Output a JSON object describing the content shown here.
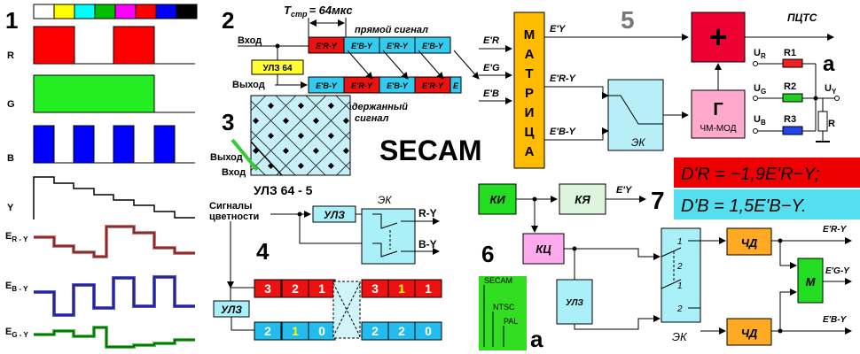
{
  "panel_numbers": {
    "p1": "1",
    "p2": "2",
    "p3": "3",
    "p4": "4",
    "p5": "5",
    "p6": "6",
    "p7": "7"
  },
  "waveforms": {
    "color_bars": [
      "#ffffff",
      "#ffff00",
      "#00ffff",
      "#00c000",
      "#ff00ff",
      "#ff0000",
      "#0000ff",
      "#000000"
    ],
    "labels": {
      "r": "R",
      "g": "G",
      "b": "B",
      "y": "Y",
      "ery": "E",
      "ery_sub": "R - Y",
      "eby": "E",
      "eby_sub": "B - Y",
      "egy": "E",
      "egy_sub": "G - Y"
    }
  },
  "panel2": {
    "period": "T",
    "period_sub": "стр",
    "period_val": "= 64мкс",
    "direct": "прямой сигнал",
    "delayed_1": "задержанный",
    "delayed_2": "сигнал",
    "input": "Вход",
    "output": "Выход",
    "delay_line": "УЛЗ 64",
    "top_cells": [
      "E'R-Y",
      "E'B-Y",
      "E'R-Y",
      "E'B-Y"
    ],
    "bottom_cells": [
      "E'B-Y",
      "E'R-Y",
      "E'B-Y",
      "E'R-Y",
      "E"
    ]
  },
  "panel3": {
    "output": "Выход",
    "input": "Вход",
    "caption": "УЛЗ 64 - 5"
  },
  "secam": "SECAM",
  "panel4": {
    "signals_1": "Сигналы",
    "signals_2": "цветности",
    "delay_top": "УЛЗ",
    "delay_left": "УЛЗ",
    "switch": "ЭК",
    "out_ry": "R-Y",
    "out_by": "B-Y",
    "row_top": [
      "3",
      "2",
      "1",
      "3",
      "1",
      "1"
    ],
    "row_bottom": [
      "2",
      "1",
      "0",
      "2",
      "2",
      "0"
    ]
  },
  "panel5": {
    "in1": "E'R",
    "in2": "E'G",
    "in3": "E'B",
    "matrix": [
      "М",
      "А",
      "Т",
      "Р",
      "И",
      "Ц",
      "А"
    ],
    "out_y": "E'Y",
    "out_ry": "E'R-Y",
    "out_by": "E'B-Y",
    "switch": "ЭК",
    "plus": "+",
    "gen": "Г",
    "gen_sub": "ЧМ-МОД",
    "output": "ПЦТС"
  },
  "panel_a": {
    "letter": "а",
    "ur": "U",
    "ur_sub": "R",
    "ug": "U",
    "ug_sub": "G",
    "ub": "U",
    "ub_sub": "B",
    "uy": "U",
    "uy_sub": "Y",
    "r1": "R1",
    "r2": "R2",
    "r3": "R3",
    "r": "R"
  },
  "formulas": {
    "dr": "D'R = −1,9E'R−Y;",
    "db": "D'B = 1,5E'B−Y."
  },
  "panel6": {
    "ki": "КИ",
    "kya": "КЯ",
    "kc": "КЦ",
    "ulz": "УЛЗ",
    "switch": "ЭК",
    "chd_top": "ЧД",
    "chd_bottom": "ЧД",
    "m": "М",
    "ey": "E'Y",
    "out_ry": "E'R-Y",
    "out_by": "E'B-Y",
    "out_gy": "E'G-Y",
    "pin1": "1",
    "pin2": "2",
    "pin1b": "1",
    "pin2b": "2"
  },
  "panel6a": {
    "secam": "SECAM",
    "ntsc": "NTSC",
    "pal": "PAL",
    "letter": "а"
  }
}
